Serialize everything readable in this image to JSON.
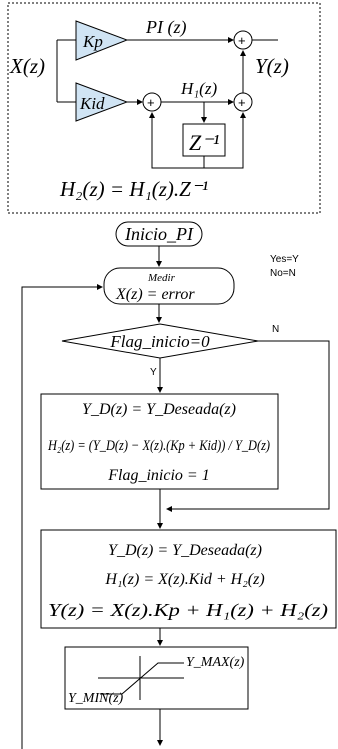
{
  "block": {
    "input": "X(z)",
    "output": "Y(z)",
    "kp": "Kp",
    "kid": "Kid",
    "pi_label": "PI (z)",
    "h1_label": "H₁(z)",
    "delay": "Z⁻¹",
    "plus": "+",
    "equation": "H₂(z) = H₁(z).Z⁻¹"
  },
  "flow": {
    "start": "Inicio_PI",
    "legend_yes": "Yes=Y",
    "legend_no": "No=N",
    "measure_title": "Medir",
    "measure_eq": "X(z) = error",
    "decision": "Flag_inicio=0",
    "yes": "Y",
    "no": "N",
    "init_line1": "Y_D(z) = Y_Deseada(z)",
    "init_line2": "H₂(z) = (Y_D(z) − X(z).(Kp + Kid)) / Y_D(z)",
    "init_line3": "Flag_inicio = 1",
    "calc_line1": "Y_D(z) = Y_Deseada(z)",
    "calc_line2": "H₁(z) = X(z).Kid + H₂(z)",
    "calc_line3": "Y(z) = X(z).Kp + H₁(z) + H₂(z)",
    "sat_max": "Y_MAX(z)",
    "sat_min": "Y_MIN(z)"
  }
}
